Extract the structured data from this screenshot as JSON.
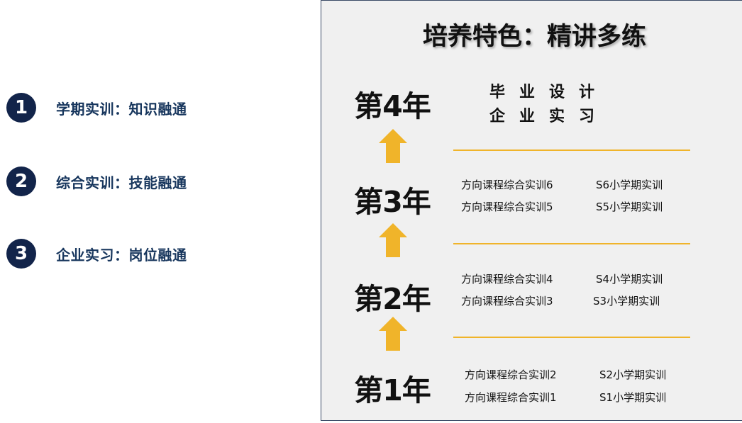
{
  "left_list": [
    {
      "number": "1",
      "label": "学期实训：知识融通"
    },
    {
      "number": "2",
      "label": "综合实训：技能融通"
    },
    {
      "number": "3",
      "label": "企业实习：岗位融通"
    }
  ],
  "panel": {
    "title": "培养特色：精讲多练",
    "year4": {
      "label": "第4年",
      "items": [
        "毕业设计",
        "企业实习"
      ]
    },
    "year3": {
      "label": "第3年",
      "rows": [
        {
          "course": "方向课程综合实训6",
          "practice": "S6小学期实训"
        },
        {
          "course": "方向课程综合实训5",
          "practice": "S5小学期实训"
        }
      ]
    },
    "year2": {
      "label": "第2年",
      "rows": [
        {
          "course": "方向课程综合实训4",
          "practice": "S4小学期实训"
        },
        {
          "course": "方向课程综合实训3",
          "practice": "S3小学期实训"
        }
      ]
    },
    "year1": {
      "label": "第1年",
      "rows": [
        {
          "course": "方向课程综合实训2",
          "practice": "S2小学期实训"
        },
        {
          "course": "方向课程综合实训1",
          "practice": "S1小学期实训"
        }
      ]
    }
  },
  "colors": {
    "navy": "#12244a",
    "label_blue": "#17365d",
    "accent_gold": "#f0b42a",
    "panel_bg": "#f0f0f0"
  }
}
